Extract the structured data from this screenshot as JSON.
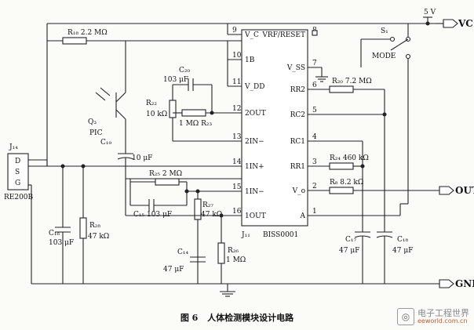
{
  "labels": {
    "vc_rail": "5 V",
    "vc": "VC",
    "out": "OUT",
    "gnd": "GND",
    "s1": "S₁",
    "mode": "MODE",
    "r18": "R₁₈ 2.2 MΩ",
    "q3": "Q₃",
    "pic": "PIC",
    "j14": "J₁₄",
    "dsg": [
      "D",
      "S",
      "G"
    ],
    "re200b": "RE200B",
    "c20": "C₂₀",
    "c20v": "103 μF",
    "r22": "R₂₂",
    "r22v": "10 kΩ",
    "r23": "1 MΩ R₂₃",
    "c19": "C₁₉",
    "c19v": "10 μF",
    "r25": "R₂₅ 2 MΩ",
    "c15": "C₁₅ 103 μF",
    "r27": "R₂₇",
    "r27v": "47 kΩ",
    "c16": "C₁₆",
    "c16v": "103 μF",
    "r28": "R₂₈",
    "r28v": "47 kΩ",
    "c14": "C₁₄",
    "c14v": "47 μF",
    "r26": "R₂₆",
    "r26v": "1 MΩ",
    "r20": "R₂₀ 7.2 MΩ",
    "r24": "R₂₄ 460 kΩ",
    "r8": "R₈ 8.2 kΩ",
    "c17": "C₁₇",
    "c17v": "47 μF",
    "c18": "C₁₈",
    "c18v": "47 μF",
    "j11": "J₁₁",
    "chip": "BISS0001"
  },
  "pins_left": [
    {
      "num": "9",
      "name": "V_C"
    },
    {
      "num": "10",
      "name": "1B"
    },
    {
      "num": "11",
      "name": "V_DD"
    },
    {
      "num": "12",
      "name": "2OUT"
    },
    {
      "num": "13",
      "name": "2IN−"
    },
    {
      "num": "14",
      "name": "1IN+"
    },
    {
      "num": "15",
      "name": "1IN−"
    },
    {
      "num": "16",
      "name": "1OUT"
    }
  ],
  "pins_right": [
    {
      "num": "8",
      "name": "VRF/RESET"
    },
    {
      "num": "7",
      "name": "V_SS"
    },
    {
      "num": "6",
      "name": "RR2"
    },
    {
      "num": "5",
      "name": "RC2"
    },
    {
      "num": "4",
      "name": "RC1"
    },
    {
      "num": "3",
      "name": "RR1"
    },
    {
      "num": "2",
      "name": "V_o"
    },
    {
      "num": "1",
      "name": "A"
    }
  ],
  "caption": {
    "fig": "图 6",
    "text": "人体检测模块设计电路"
  },
  "watermark": {
    "brand": "电子工程世界",
    "url": "eeworld.com.cn"
  }
}
